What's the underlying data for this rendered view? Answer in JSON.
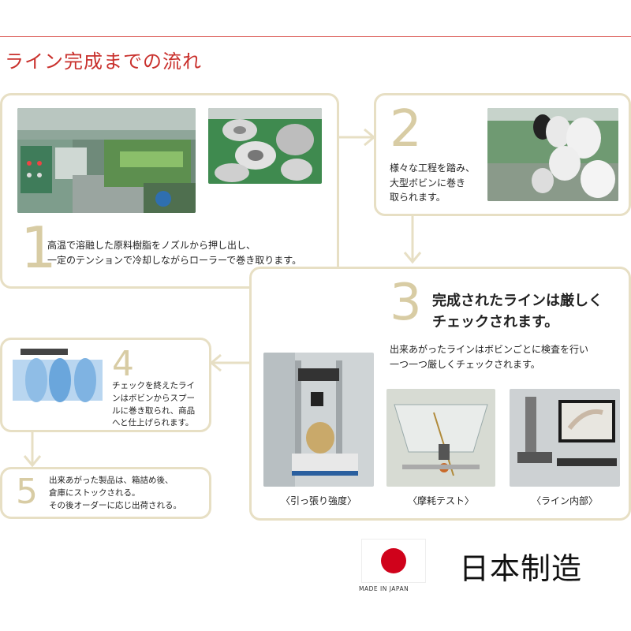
{
  "header": {
    "title": "ライン完成までの流れ"
  },
  "steps": [
    {
      "number": "1",
      "lines": [
        "高温で溶融した原料樹脂をノズルから押し出し、",
        "一定のテンションで冷却しながらローラーで巻き取ります。"
      ]
    },
    {
      "number": "2",
      "lines": [
        "様々な工程を踏み、",
        "大型ボビンに巻き",
        "取られます。"
      ]
    },
    {
      "number": "3",
      "headline": [
        "完成されたラインは厳しく",
        "チェックされます。"
      ],
      "lines": [
        "出来あがったラインはボビンごとに検査を行い",
        "一つ一つ厳しくチェックされます。"
      ],
      "captions": [
        "〈引っ張り強度〉",
        "〈摩耗テスト〉",
        "〈ライン内部〉"
      ]
    },
    {
      "number": "4",
      "lines": [
        "チェックを終えたライ",
        "ンはボビンからスプー",
        "ルに巻き取られ、商品",
        "へと仕上げられます。"
      ]
    },
    {
      "number": "5",
      "lines": [
        "出来あがった製品は、箱詰め後、",
        "倉庫にストックされる。",
        "その後オーダーに応じ出荷される。"
      ]
    }
  ],
  "footer": {
    "made_in": "MADE IN JAPAN",
    "made_jp": "日本制造"
  },
  "colors": {
    "accent": "#c9302c",
    "box_border": "#e7dfc4",
    "number": "#d8cca4",
    "flag_red": "#d0021b"
  }
}
